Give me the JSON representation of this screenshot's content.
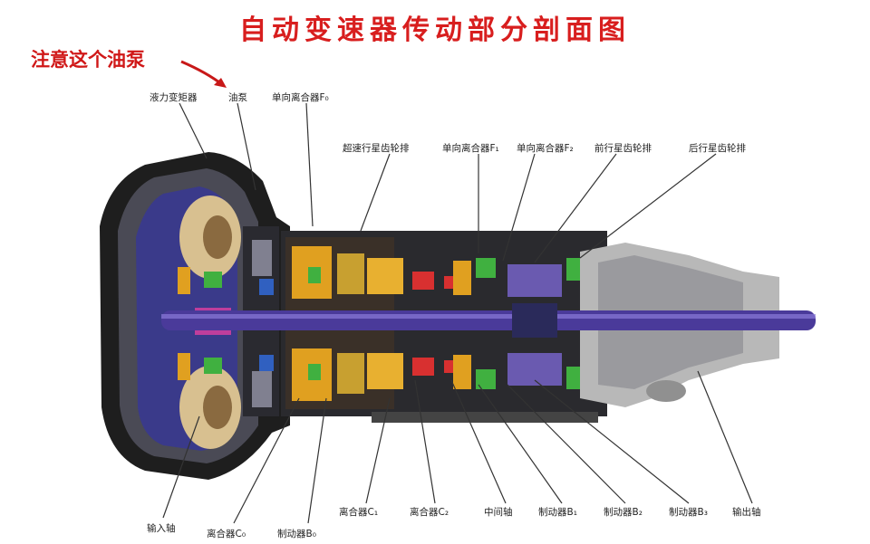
{
  "title": "自动变速器传动部分剖面图",
  "annotation": {
    "text": "注意这个油泵",
    "arrow_color": "#c81818"
  },
  "labels_top": {
    "torque_converter": "液力变矩器",
    "oil_pump": "油泵",
    "one_way_clutch_f0": "单向离合器F₀",
    "overdrive_planetary": "超速行星齿轮排",
    "one_way_clutch_f1": "单向离合器F₁",
    "one_way_clutch_f2": "单向离合器F₂",
    "front_planetary": "前行星齿轮排",
    "rear_planetary": "后行星齿轮排"
  },
  "labels_bottom": {
    "input_shaft": "输入轴",
    "clutch_c0": "离合器C₀",
    "brake_b0": "制动器B₀",
    "clutch_c1": "离合器C₁",
    "clutch_c2": "离合器C₂",
    "intermediate_shaft": "中间轴",
    "brake_b1": "制动器B₁",
    "brake_b2": "制动器B₂",
    "brake_b3": "制动器B₃",
    "output_shaft": "输出轴"
  },
  "colors": {
    "title": "#d81e1e",
    "housing": "#2a2a2a",
    "shaft": "#4a3a9a",
    "converter": "#d8c090",
    "clutch_orange": "#e0a020",
    "green": "#40b040",
    "red": "#d83030",
    "blue": "#3060c0",
    "tail_housing": "#b8b8b8"
  }
}
